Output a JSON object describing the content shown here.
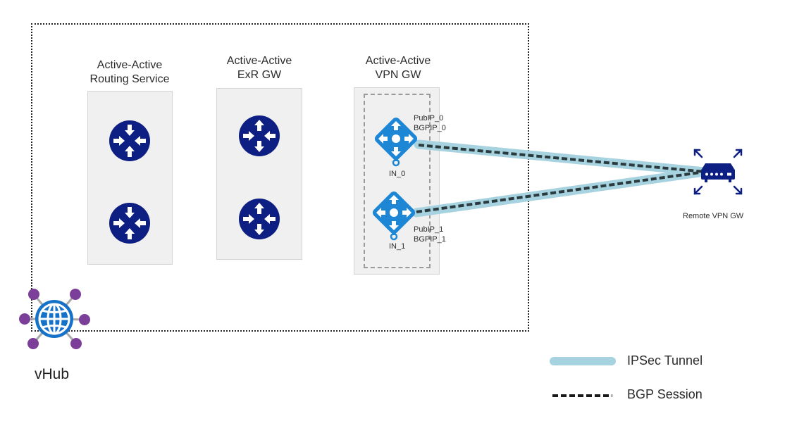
{
  "panels": {
    "routing_service": {
      "line1": "Active-Active",
      "line2": "Routing Service"
    },
    "exr_gw": {
      "line1": "Active-Active",
      "line2": "ExR GW"
    },
    "vpn_gw": {
      "line1": "Active-Active",
      "line2": "VPN GW"
    }
  },
  "vpn_instances": {
    "in0": {
      "name": "IN_0",
      "pubip": "PubIP_0",
      "bgpip": "BGPIP_0"
    },
    "in1": {
      "name": "IN_1",
      "pubip": "PubIP_1",
      "bgpip": "BGPIP_1"
    }
  },
  "remote": {
    "label": "Remote VPN GW"
  },
  "vhub": {
    "label": "vHub"
  },
  "legend": {
    "ipsec_label": "IPSec Tunnel",
    "bgp_label": "BGP Session"
  },
  "colors": {
    "router_blue": "#0d1f83",
    "vpn_blue": "#1d87d6",
    "tunnel": "#a6d3df",
    "bgp": "#2a3a3e",
    "vhub_purple": "#7b3f99",
    "vhub_globe": "#1672c9"
  }
}
